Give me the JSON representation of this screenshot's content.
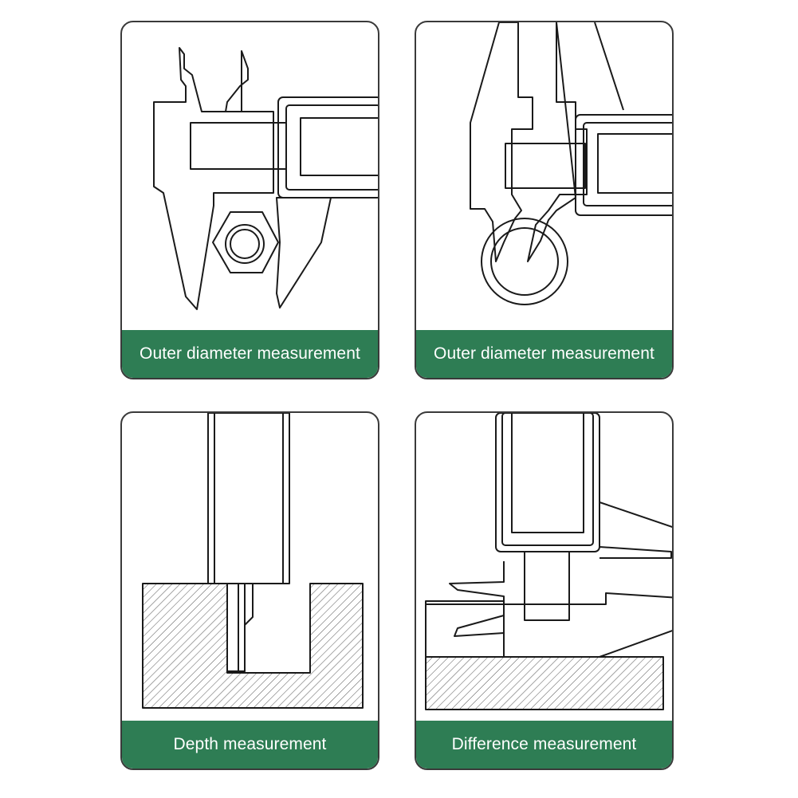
{
  "theme": {
    "caption_color": "#2e7d54",
    "line_color": "#1a1a1a",
    "panel_border": "#3a3a3a"
  },
  "panels": [
    {
      "caption": "Outer diameter measurement",
      "illustration": "caliper-outer-jaws-hex-nut"
    },
    {
      "caption": "Outer diameter measurement",
      "illustration": "caliper-inner-jaws-ring"
    },
    {
      "caption": "Depth measurement",
      "illustration": "caliper-depth-rod-block"
    },
    {
      "caption": "Difference measurement",
      "illustration": "caliper-step-measurement"
    }
  ]
}
